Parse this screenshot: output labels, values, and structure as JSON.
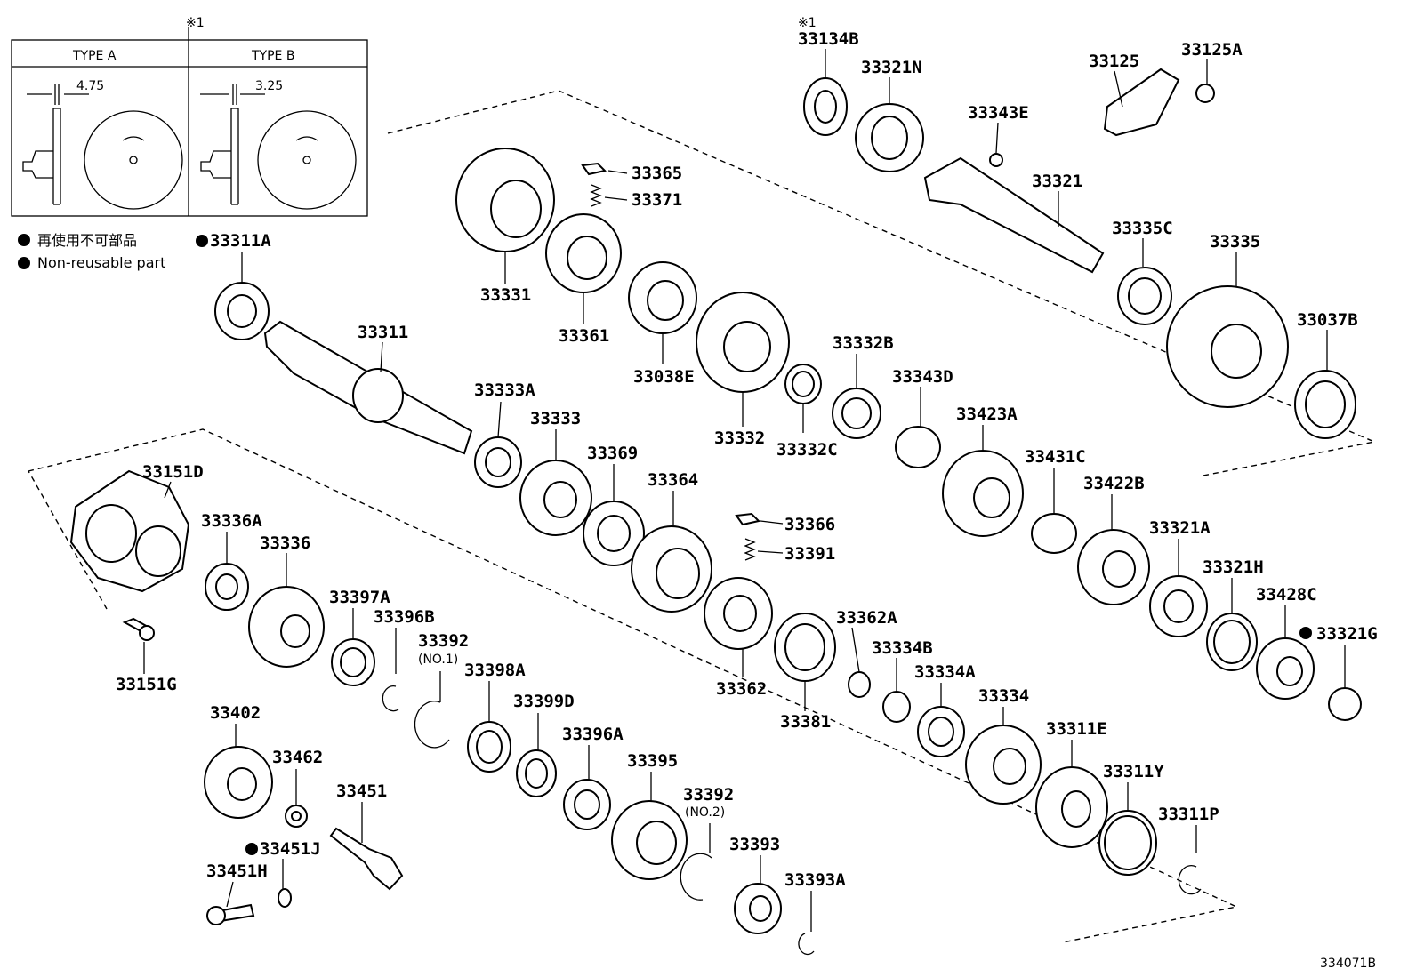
{
  "inset": {
    "note_mark": "※1",
    "type_a": {
      "title": "TYPE A",
      "dimension": "4.75"
    },
    "type_b": {
      "title": "TYPE B",
      "dimension": "3.25"
    }
  },
  "legend": {
    "line1": "再使用不可部品",
    "line2": "Non-reusable part"
  },
  "labels": {
    "p33134B_note": "※1",
    "p33134B": "33134B",
    "p33321N": "33321N",
    "p33125": "33125",
    "p33125A": "33125A",
    "p33343E": "33343E",
    "p33321": "33321",
    "p33335C": "33335C",
    "p33335": "33335",
    "p33037B": "33037B",
    "p33365": "33365",
    "p33371": "33371",
    "p33331": "33331",
    "p33361": "33361",
    "p33038E": "33038E",
    "p33332": "33332",
    "p33332C": "33332C",
    "p33332B": "33332B",
    "p33343D": "33343D",
    "p33423A": "33423A",
    "p33431C": "33431C",
    "p33422B": "33422B",
    "p33321A": "33321A",
    "p33321H": "33321H",
    "p33428C": "33428C",
    "p33321G": "33321G",
    "p33311A": "33311A",
    "p33311": "33311",
    "p33333A": "33333A",
    "p33333": "33333",
    "p33369": "33369",
    "p33364": "33364",
    "p33366": "33366",
    "p33391": "33391",
    "p33362": "33362",
    "p33362A": "33362A",
    "p33381": "33381",
    "p33334B": "33334B",
    "p33334A": "33334A",
    "p33334": "33334",
    "p33311E": "33311E",
    "p33311Y": "33311Y",
    "p33311P": "33311P",
    "p33151D": "33151D",
    "p33336A": "33336A",
    "p33336": "33336",
    "p33151G": "33151G",
    "p33397A": "33397A",
    "p33396B": "33396B",
    "p33392_1": "33392",
    "p33392_1_sub": "(NO.1)",
    "p33398A": "33398A",
    "p33399D": "33399D",
    "p33396A": "33396A",
    "p33395": "33395",
    "p33392_2": "33392",
    "p33392_2_sub": "(NO.2)",
    "p33393": "33393",
    "p33393A": "33393A",
    "p33402": "33402",
    "p33462": "33462",
    "p33451": "33451",
    "p33451J": "33451J",
    "p33451H": "33451H"
  },
  "diagram_id": "334071B"
}
